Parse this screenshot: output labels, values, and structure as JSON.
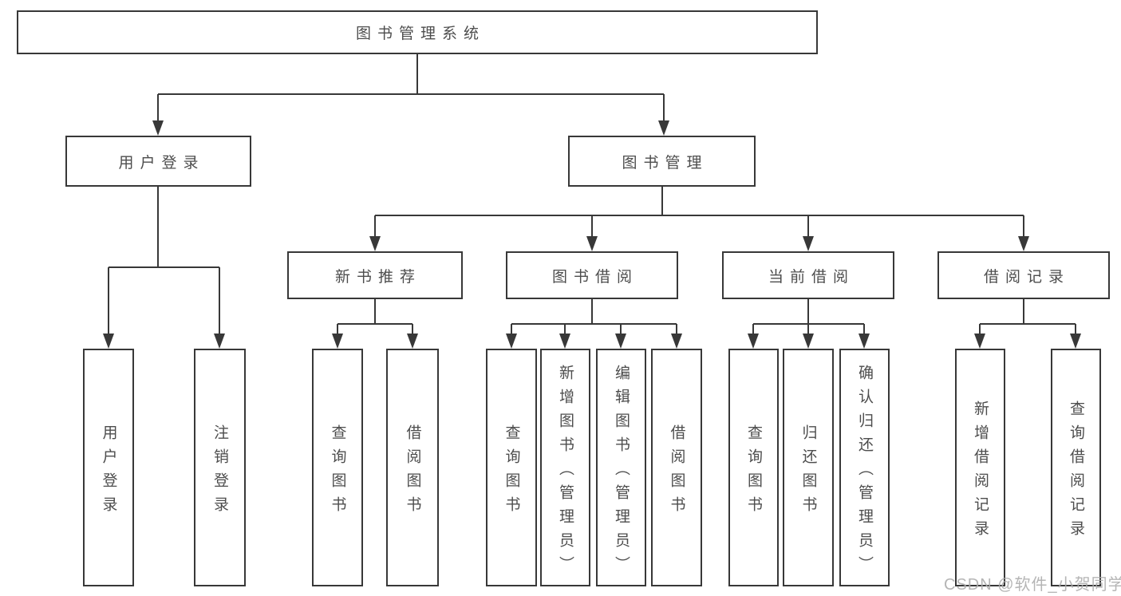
{
  "diagram": {
    "root": {
      "label": "图书管理系统"
    },
    "level2": [
      {
        "label": "用户登录"
      },
      {
        "label": "图书管理"
      }
    ],
    "level3": [
      {
        "label": "新书推荐"
      },
      {
        "label": "图书借阅"
      },
      {
        "label": "当前借阅"
      },
      {
        "label": "借阅记录"
      }
    ],
    "leaves": {
      "user_login": [
        {
          "label": "用户登录"
        },
        {
          "label": "注销登录"
        }
      ],
      "new_book_recommend": [
        {
          "label": "查询图书"
        },
        {
          "label": "借阅图书"
        }
      ],
      "book_borrow": [
        {
          "label": "查询图书"
        },
        {
          "label": "新增图书（管理员）"
        },
        {
          "label": "编辑图书（管理员）"
        },
        {
          "label": "借阅图书"
        }
      ],
      "current_borrow": [
        {
          "label": "查询图书"
        },
        {
          "label": "归还图书"
        },
        {
          "label": "确认归还（管理员）"
        }
      ],
      "borrow_records": [
        {
          "label": "新增借阅记录"
        },
        {
          "label": "查询借阅记录"
        }
      ]
    },
    "colors": {
      "line": "#383838",
      "box_border": "#383838",
      "box_background": "#ffffff",
      "text": "#4d4d4d",
      "watermark": "#adadad"
    }
  },
  "watermark": {
    "text": "CSDN @软件_小贺同学"
  }
}
